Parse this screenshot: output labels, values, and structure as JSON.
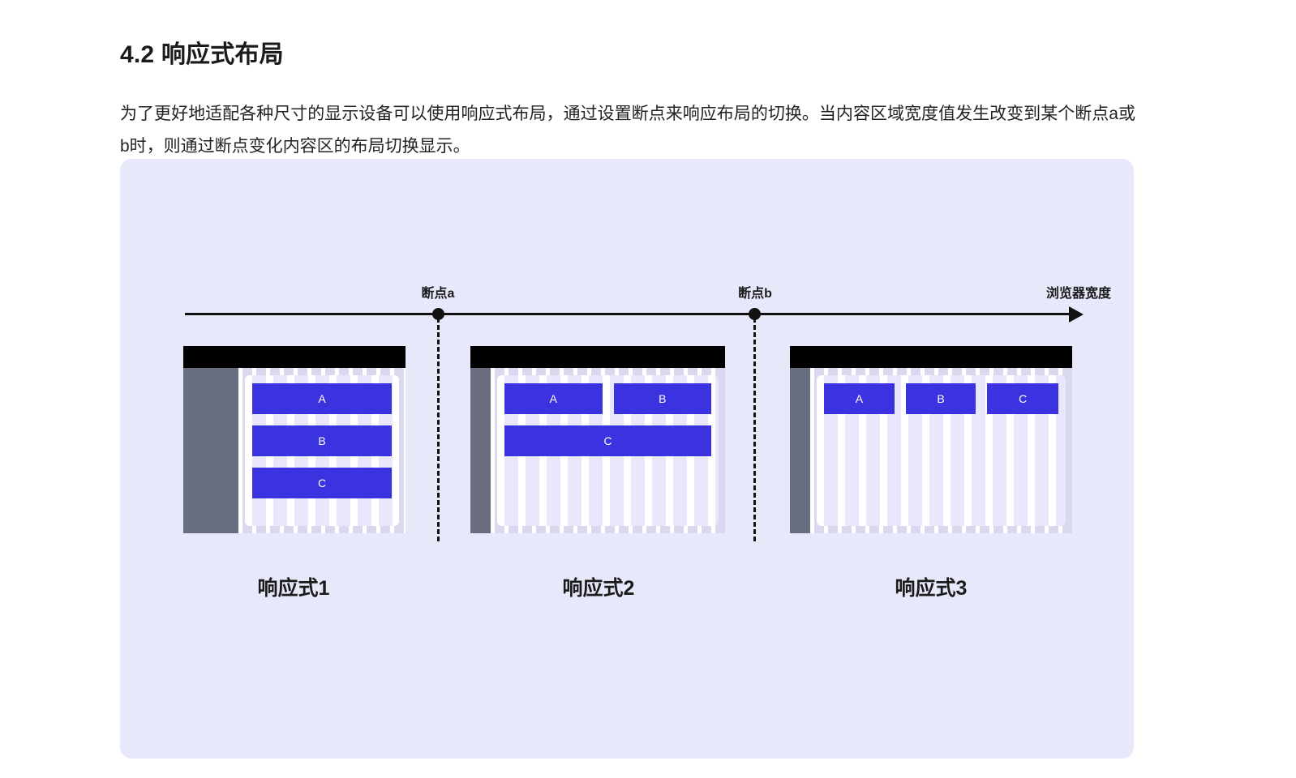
{
  "page": {
    "title": "4.2 响应式布局",
    "paragraph": "为了更好地适配各种尺寸的显示设备可以使用响应式布局，通过设置断点来响应布局的切换。当内容区域宽度值发生改变到某个断点a或b时，则通过断点变化内容区的布局切换显示。"
  },
  "colors": {
    "card_background": "#e7e9fb",
    "block_blue": "#3b33df",
    "topbar_black": "#000000",
    "sidebar_gray": "#696d80",
    "panel_edge_gray": "#e3e2e7",
    "stripe_lavender": "#e9e7fb",
    "axis_black": "#111111"
  },
  "axis": {
    "breakpoint_a_label": "断点a",
    "breakpoint_b_label": "断点b",
    "width_label": "浏览器宽度"
  },
  "layouts": [
    {
      "caption": "响应式1",
      "rows": [
        [
          "A"
        ],
        [
          "B"
        ],
        [
          "C"
        ]
      ]
    },
    {
      "caption": "响应式2",
      "rows": [
        [
          "A",
          "B"
        ],
        [
          "C"
        ]
      ]
    },
    {
      "caption": "响应式3",
      "rows": [
        [
          "A",
          "B",
          "C"
        ]
      ]
    }
  ],
  "blocks": {
    "a": "A",
    "b": "B",
    "c": "C"
  }
}
